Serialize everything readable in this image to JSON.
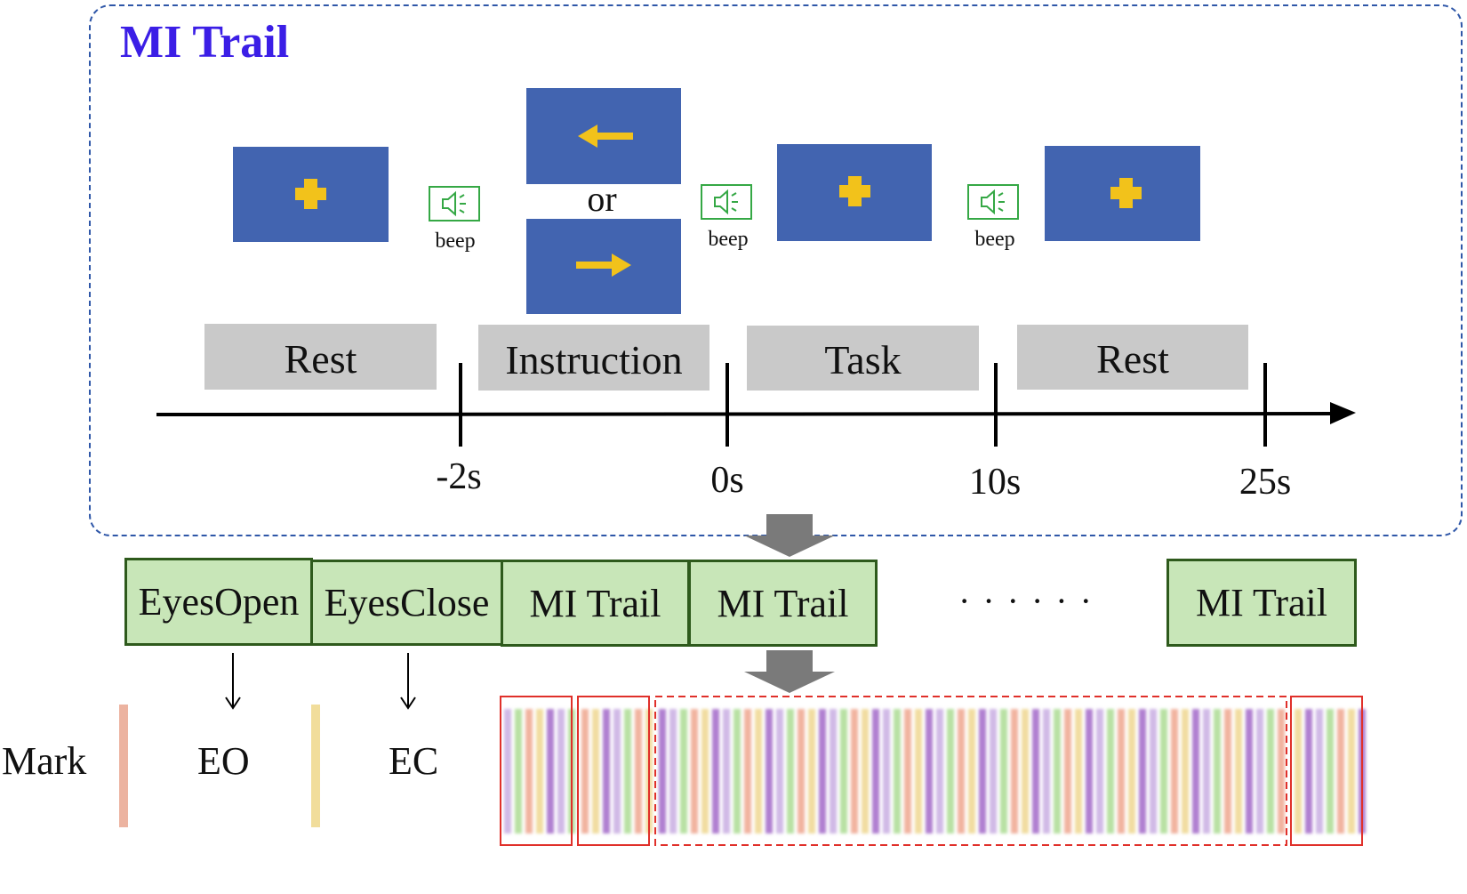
{
  "title": "MI Trail",
  "colors": {
    "screen_blue": "#4264b0",
    "symbol_yellow": "#f2c21b",
    "speaker_green": "#35a845",
    "title_purple": "#3b1ee6",
    "box_green": "#c8e6b8",
    "dashed_border_blue": "#2f57a8",
    "red_frame": "#e0302a",
    "arrow_grey": "#7a7a7a"
  },
  "screens": [
    {
      "symbol": "plus"
    },
    {
      "symbol": "left-arrow"
    },
    {
      "symbol": "right-arrow"
    },
    {
      "symbol": "plus"
    },
    {
      "symbol": "plus"
    }
  ],
  "or_text": "or",
  "beeps": [
    "beep",
    "beep",
    "beep"
  ],
  "phases": [
    "Rest",
    "Instruction",
    "Task",
    "Rest"
  ],
  "timeline_ticks": [
    "-2s",
    "0s",
    "10s",
    "25s"
  ],
  "sequence": [
    "EyesOpen",
    "EyesClose",
    "MI Trail",
    "MI Trail",
    "MI Trail"
  ],
  "ellipsis": "······",
  "marks": {
    "label": "Mark",
    "eo": "EO",
    "ec": "EC",
    "eo_color": "#e59a80",
    "ec_color": "#ecd27a"
  },
  "stripe_palette": [
    "#c4a8e0",
    "#a6da8c",
    "#eea088",
    "#eed48a",
    "#9c5ec4"
  ]
}
